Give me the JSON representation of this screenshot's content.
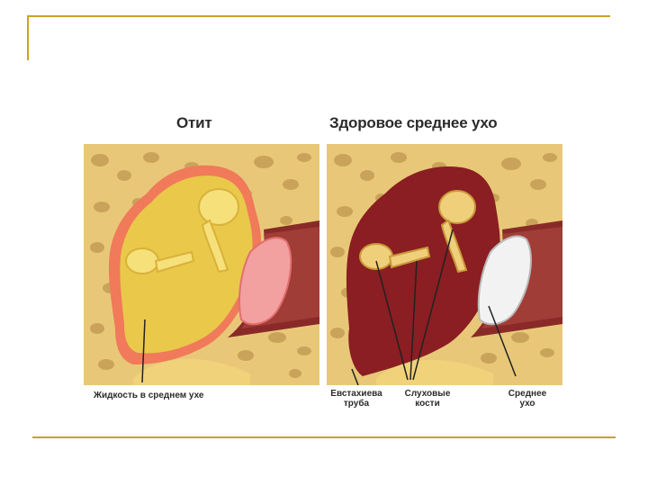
{
  "titles": {
    "left": "Отит",
    "right": "Здоровое среднее ухо"
  },
  "labels": {
    "fluid": "Жидкость в среднем ухе",
    "eustachian_line1": "Евстахиева",
    "eustachian_line2": "труба",
    "ossicles_line1": "Слуховые",
    "ossicles_line2": "кости",
    "middle_ear_line1": "Среднее",
    "middle_ear_line2": "ухо"
  },
  "colors": {
    "frame": "#c9a227",
    "bone": "#e8c878",
    "bone_hole": "#c9a35a",
    "inflamed": "#f07a5a",
    "fluid": "#e9c84a",
    "cavity": "#8a1e22",
    "canal": "#a13d37",
    "eardrum_inflamed": "#f3a0a0",
    "eardrum_healthy": "#f2f2f2",
    "ossicle": "#f0cf7a"
  }
}
